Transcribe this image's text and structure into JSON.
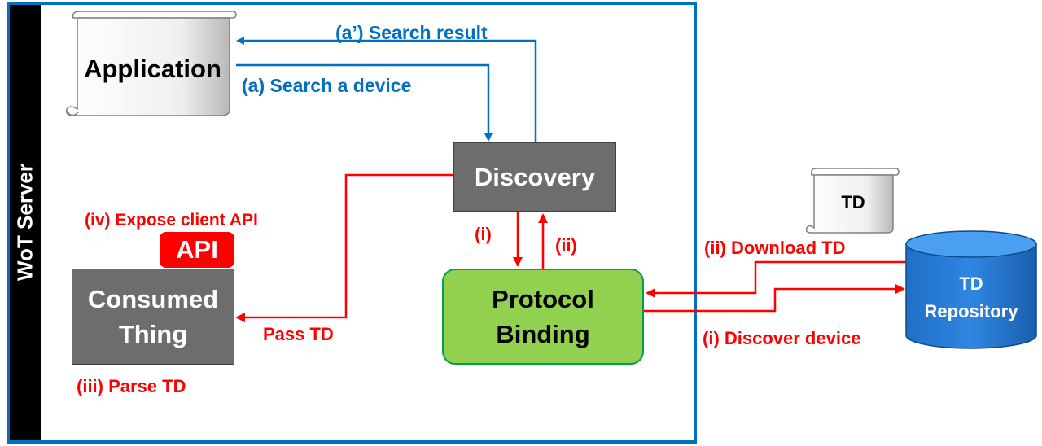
{
  "server": {
    "label": "WoT Server"
  },
  "application": {
    "label": "Application"
  },
  "discovery": {
    "label": "Discovery"
  },
  "consumed_thing": {
    "line1": "Consumed",
    "line2": "Thing"
  },
  "api_badge": {
    "label": "API"
  },
  "protocol_binding": {
    "line1": "Protocol",
    "line2": "Binding"
  },
  "td_doc": {
    "label": "TD"
  },
  "td_repository": {
    "line1": "TD",
    "line2": "Repository"
  },
  "labels": {
    "search_result": "(a’) Search result",
    "search_device": "(a) Search a device",
    "expose_api": "(iv) Expose client API",
    "pass_td": "Pass TD",
    "parse_td": "(iii) Parse TD",
    "step_i": "(i)",
    "step_ii": "(ii)",
    "download_td": "(ii) Download TD",
    "discover_device": "(i) Discover device"
  },
  "colors": {
    "blue": "#0070c0",
    "red": "#ff0000",
    "gray_box": "#6d6d6d",
    "green_box": "#92d050",
    "repo_blue": "#0070c0"
  }
}
